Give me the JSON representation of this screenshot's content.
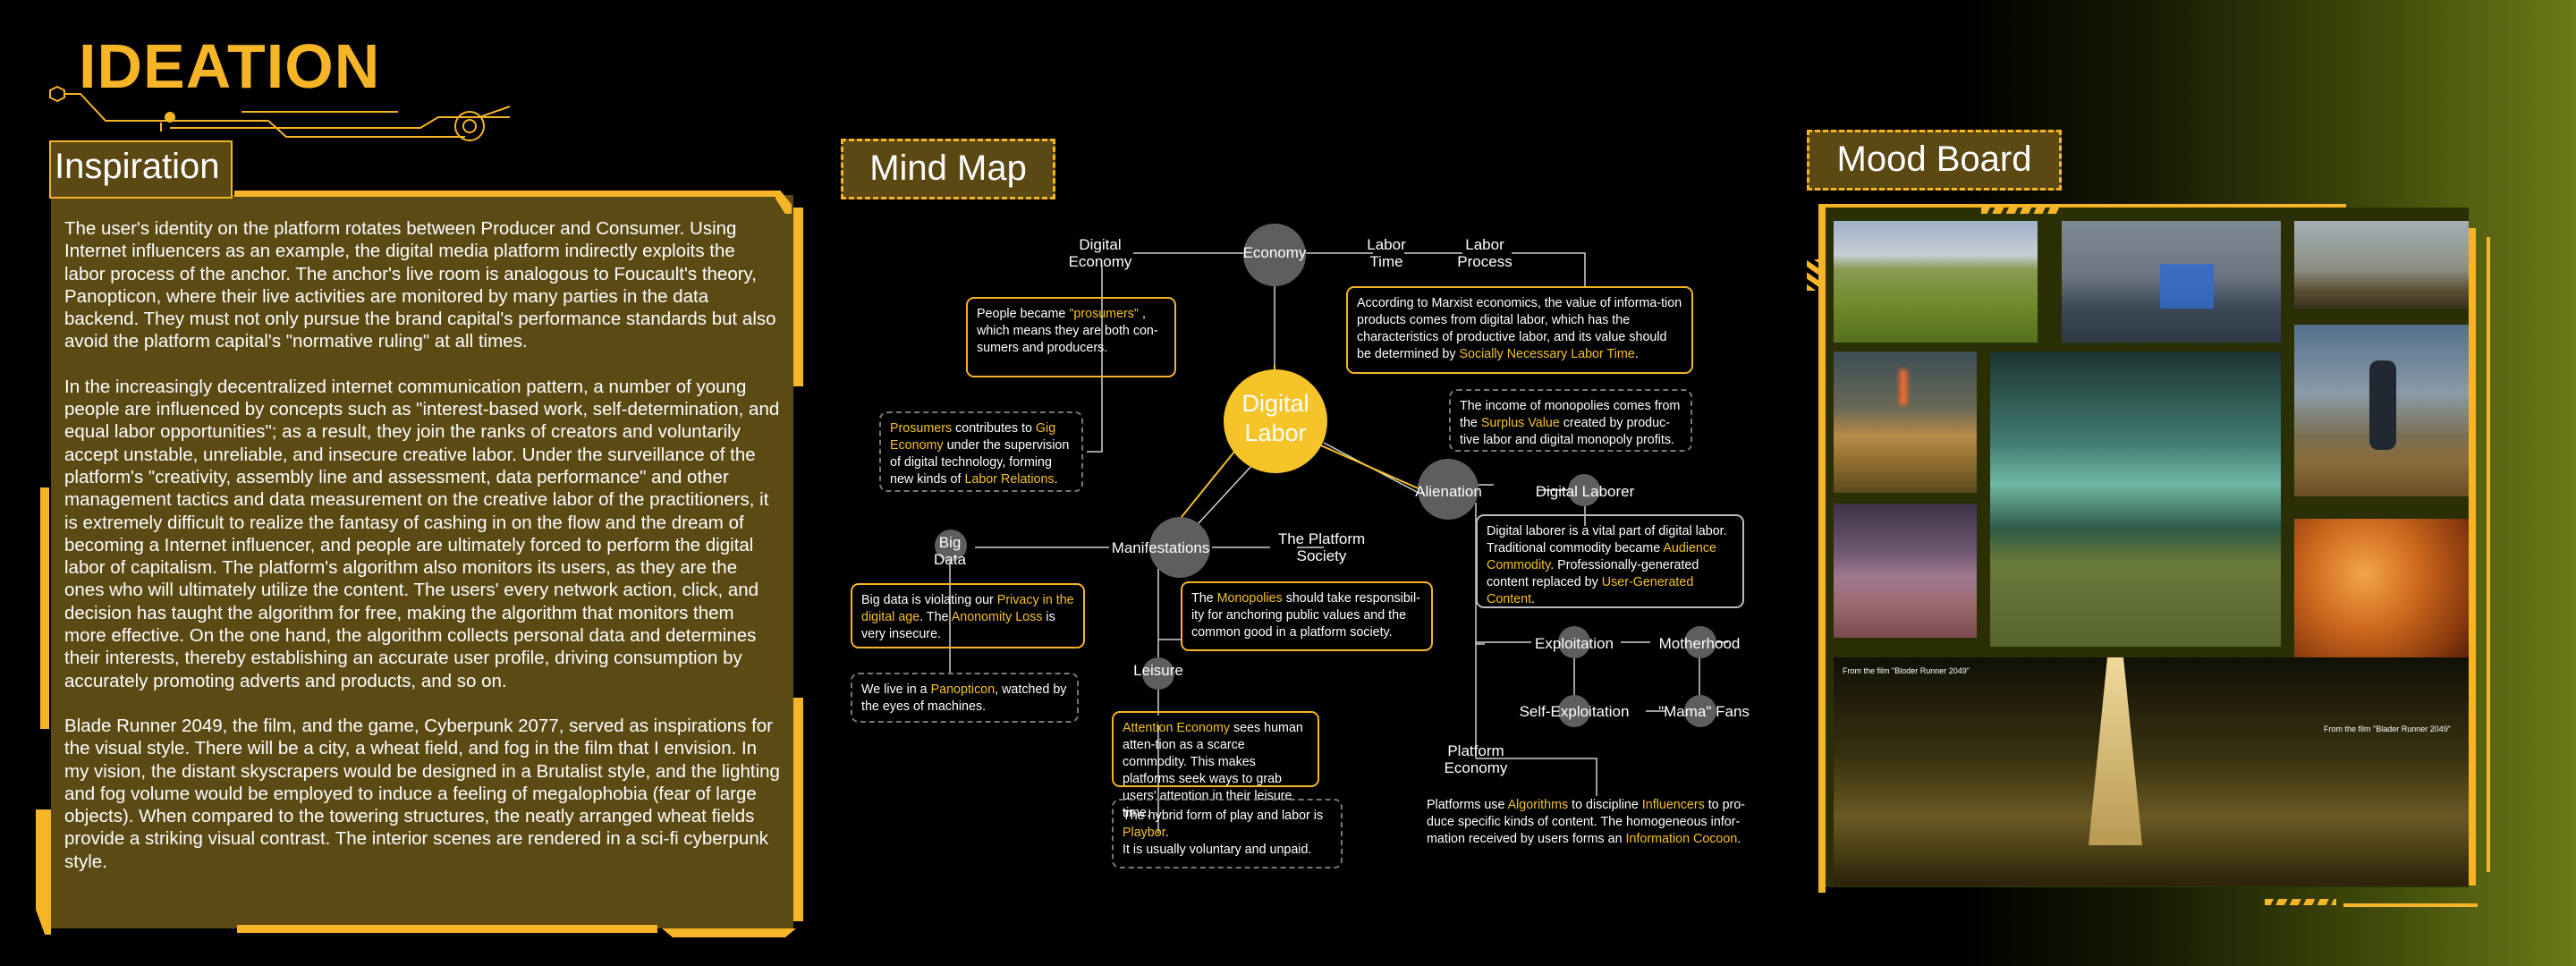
{
  "title": "IDEATION",
  "inspiration": {
    "heading": "Inspiration",
    "paragraphs": [
      "The user's identity on the platform rotates between Producer and Consumer. Using Internet influencers as an example, the digital media platform indirectly exploits the labor process of the anchor. The anchor's live room is analogous to Foucault's theory, Panopticon, where their live activities are monitored by many parties in the data backend. They must not only pursue the brand capital's performance standards but also avoid the platform capital's \"normative ruling\" at all times.",
      "In the increasingly decentralized internet communication pattern, a number of young people are influenced by concepts such as \"interest-based work, self-determination, and equal labor opportunities\"; as a result, they join the ranks of creators and voluntarily accept unstable, unreliable, and insecure creative labor. Under the surveillance of the platform's \"creativity, assembly line and assessment, data performance\" and other management tactics and data measurement on the creative labor of the practitioners, it is extremely difficult to realize the fantasy of cashing in on the flow and the dream of becoming a Internet influencer, and people are ultimately forced to perform the digital labor of capitalism. The platform's algorithm also monitors its users, as they are the ones who will ultimately utilize the content. The users' every network action, click, and decision has taught the algorithm for free, making the algorithm that monitors them more effective. On the one hand, the algorithm collects personal data and determines their interests, thereby establishing an accurate user profile, driving consumption by accurately promoting adverts and products, and so on.",
      "Blade Runner 2049, the film, and the game, Cyberpunk 2077, served as inspirations for the visual style. There will be a city, a wheat field, and fog in the film that I envision. In my vision, the distant skyscrapers would be designed in a Brutalist style, and the lighting and fog volume would be employed to induce a feeling of megalophobia (fear of large objects). When compared to the towering structures, the neatly arranged wheat fields provide a striking visual contrast. The interior scenes are rendered in a sci-fi cyberpunk style."
    ]
  },
  "mindmap": {
    "heading": "Mind Map",
    "center": "Digital\nLabor",
    "nodes": {
      "economy": "Economy",
      "digital_economy": "Digital\nEconomy",
      "labor_time": "Labor\nTime",
      "labor_process": "Labor\nProcess",
      "alienation": "Alienation",
      "digital_laborer": "Digital Laborer",
      "manifestations": "Manifestations",
      "big_data": "Big\nData",
      "platform_society": "The Platform\nSociety",
      "leisure": "Leisure",
      "exploitation": "Exploitation",
      "motherhood": "Motherhood",
      "self_exploitation": "Self-Exploitation",
      "mama_fans": "\"Mama\" Fans",
      "platform_economy": "Platform\nEconomy"
    },
    "boxes": {
      "prosumers": {
        "a": "People became ",
        "b": "\"prosumers\"",
        "c": " , which means they are both con-sumers and producers."
      },
      "gig": {
        "a": "Prosumers",
        "b": " contributes to ",
        "c": "Gig Economy",
        "d": " under the supervision of digital technology, forming new kinds of ",
        "e": "Labor Relations",
        "f": "."
      },
      "marxist": {
        "a": "According to Marxist economics, the value of informa-tion products comes from digital labor, which has the characteristics of productive labor, and its value should be determined by ",
        "b": "Socially Necessary Labor Time",
        "c": "."
      },
      "monopolies_income": {
        "a": "The income of monopolies comes from the ",
        "b": "Surplus Value",
        "c": " created by produc-tive labor and digital monopoly profits."
      },
      "laborer": {
        "a": "Digital laborer is a vital part of digital labor. Traditional commodity became ",
        "b": "Audience Commodity",
        "c": ". Professionally-generated content replaced by ",
        "d": "User-Generated Content",
        "e": "."
      },
      "bigdata": {
        "a": "Big data is violating our ",
        "b": "Privacy in the digital age",
        "c": ". The ",
        "d": "Anonomity Loss",
        "e": " is very insecure."
      },
      "panopticon": {
        "a": "We live in a ",
        "b": "Panopticon",
        "c": ", watched by the eyes of machines."
      },
      "monopolies": {
        "a": "The ",
        "b": "Monopolies",
        "c": " should take responsibil-ity for anchoring public values and the common good in a platform society."
      },
      "attention": {
        "a": "Attention Economy",
        "b": " sees human atten-tion as a scarce commodity. This makes platforms seek ways to grab users' attention in their leisure time."
      },
      "playbor": {
        "a": "The hybrid form of play and labor is ",
        "b": "Playbor",
        "c": ".",
        "d": "It is usually voluntary and unpaid."
      },
      "algorithms": {
        "a": "Platforms use ",
        "b": "Algorithms",
        "c": " to discipline ",
        "d": "Influencers",
        "e": " to pro-duce specific kinds of content. The homogeneous infor-mation received by users forms an ",
        "f": "Information Cocoon",
        "g": "."
      }
    }
  },
  "moodboard": {
    "heading": "Mood Board",
    "caption1": "From the film \"Bloder Runner 2049\"",
    "caption2": "From the film \"Blader Runner 2049\""
  }
}
